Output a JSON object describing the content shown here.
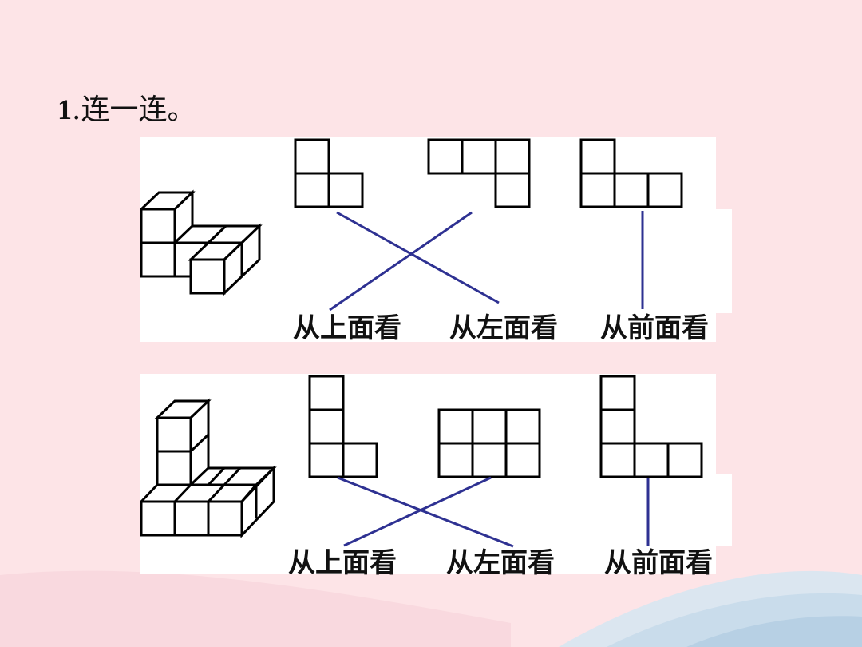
{
  "title": {
    "number": "1",
    "text": ".连一连。"
  },
  "colors": {
    "background": "#fde4e7",
    "line": "#2e3192",
    "cube": "#000000",
    "panel": "#ffffff"
  },
  "panels": [
    {
      "labels": [
        "从上面看",
        "从左面看",
        "从前面看"
      ],
      "matches": [
        {
          "view": "view-1",
          "label": "从左面看"
        },
        {
          "view": "view-2",
          "label": "从上面看"
        },
        {
          "view": "view-3",
          "label": "从前面看"
        }
      ]
    },
    {
      "labels": [
        "从上面看",
        "从左面看",
        "从前面看"
      ],
      "matches": [
        {
          "view": "view-1",
          "label": "从左面看"
        },
        {
          "view": "view-2",
          "label": "从上面看"
        },
        {
          "view": "view-3",
          "label": "从前面看"
        }
      ]
    }
  ]
}
